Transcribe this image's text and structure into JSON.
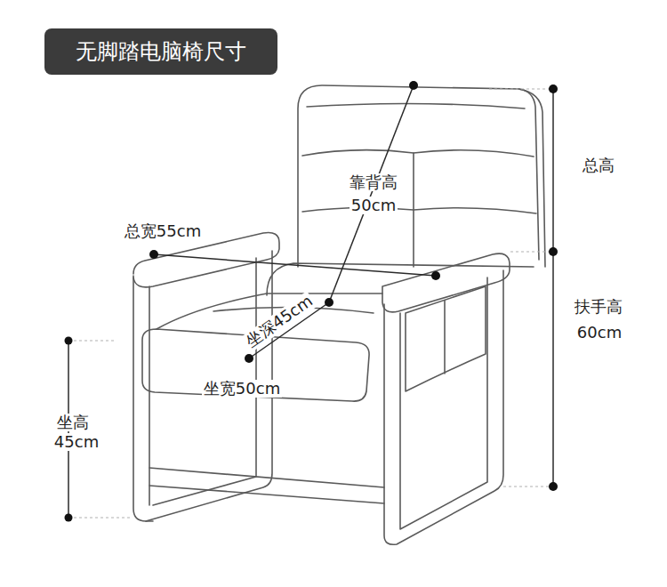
{
  "diagram": {
    "title": "无脚踏电脑椅尺寸",
    "labels": [
      "总高",
      "靠背高",
      "50cm",
      "总宽55cm",
      "扶手高",
      "60cm",
      "坐深45cm",
      "坐宽50cm",
      "坐高",
      "45cm"
    ]
  }
}
